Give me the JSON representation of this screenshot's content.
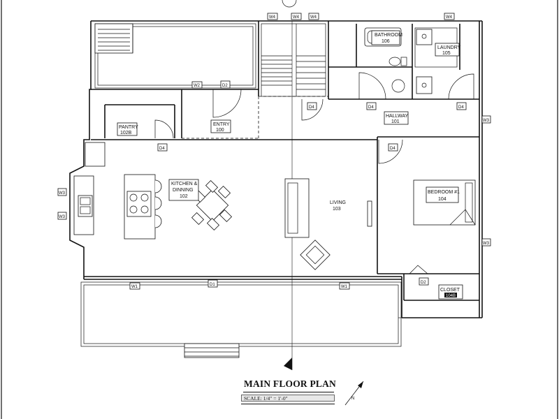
{
  "plan": {
    "title": "MAIN FLOOR PLAN",
    "scale": "SCALE:  1/4\" = 1'-0\"",
    "north_label": "N",
    "rooms": [
      {
        "id": "bathroom",
        "name": "BATHROOM",
        "number": "106"
      },
      {
        "id": "laundry",
        "name": "LAUNDRY",
        "number": "105"
      },
      {
        "id": "hallway",
        "name": "HALLWAY",
        "number": "101"
      },
      {
        "id": "pantry",
        "name": "PANTRY",
        "number": "102B"
      },
      {
        "id": "entry",
        "name": "ENTRY",
        "number": "100"
      },
      {
        "id": "kitchen",
        "name": "KITCHEN &",
        "name2": "DINNING",
        "number": "102"
      },
      {
        "id": "living",
        "name": "LIVING",
        "number": "103"
      },
      {
        "id": "bedroom",
        "name": "BEDROOM  #1",
        "number": "104"
      },
      {
        "id": "closet",
        "name": "CLOSET",
        "number": "104B"
      }
    ],
    "window_tags": [
      "W4",
      "W4",
      "W4",
      "W4",
      "W2",
      "W3",
      "W3",
      "W3",
      "W3",
      "W1",
      "W1"
    ],
    "door_tags": [
      "D2",
      "D4",
      "D4",
      "D4",
      "D4",
      "D4",
      "D1",
      "D2"
    ]
  }
}
